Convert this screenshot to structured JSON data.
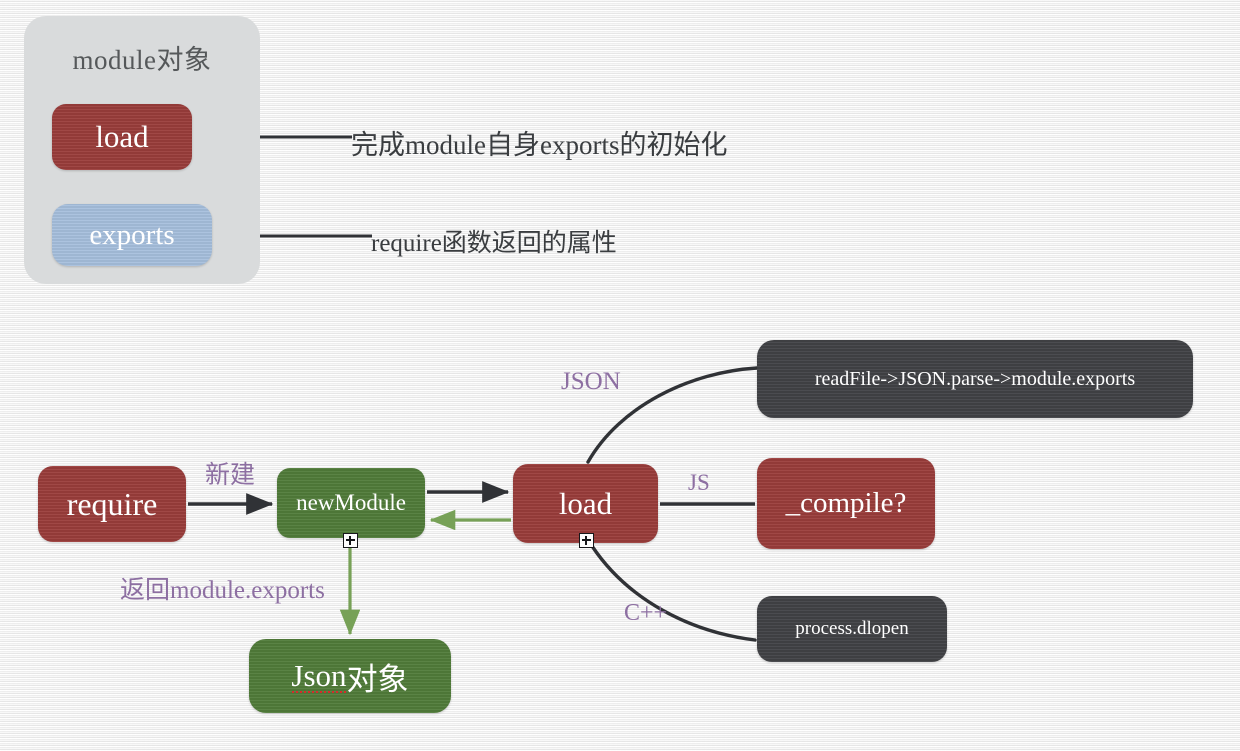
{
  "panel": {
    "title": "module对象",
    "items": [
      {
        "label": "load",
        "color": "#9a3d3b"
      },
      {
        "label": "exports",
        "color": "#a7c0dd"
      }
    ]
  },
  "annotations": [
    {
      "target": "load",
      "text": "完成module自身exports的初始化"
    },
    {
      "target": "exports",
      "text": "require函数返回的属性"
    }
  ],
  "flow": {
    "nodes": {
      "require": {
        "label": "require",
        "color": "#9a3d3b"
      },
      "newmodule": {
        "label": "newModule",
        "color": "#517c3a",
        "expandable": true
      },
      "load": {
        "label": "load",
        "color": "#9a3d3b",
        "expandable": true
      },
      "jsonobj": {
        "label_spell": "Json",
        "label_rest": "对象",
        "color": "#517c3a"
      },
      "readfile": {
        "label": "readFile->JSON.parse->module.exports",
        "color": "#414246"
      },
      "compile": {
        "label": "_compile?",
        "color": "#9a3d3b"
      },
      "dlopen": {
        "label": "process.dlopen",
        "color": "#414246"
      }
    },
    "edges": [
      {
        "from": "require",
        "to": "newmodule",
        "label": "新建",
        "style": "arrow-dark"
      },
      {
        "from": "newmodule",
        "to": "load",
        "label": "",
        "style": "arrow-dark"
      },
      {
        "from": "load",
        "to": "newmodule",
        "label": "",
        "style": "arrow-green"
      },
      {
        "from": "newmodule",
        "to": "jsonobj",
        "label": "返回module.exports",
        "style": "arrow-green"
      },
      {
        "from": "load",
        "to": "readfile",
        "label": "JSON",
        "style": "curve-dark"
      },
      {
        "from": "load",
        "to": "compile",
        "label": "JS",
        "style": "line-dark"
      },
      {
        "from": "load",
        "to": "dlopen",
        "label": "C++",
        "style": "curve-dark"
      }
    ]
  },
  "colors": {
    "red": "#9a3d3b",
    "green": "#517c3a",
    "blue": "#a7c0dd",
    "dark": "#414246",
    "panel_bg": "#d9dbdc",
    "edge_label": "#8d6fa2",
    "edge_dark": "#303236",
    "edge_green": "#77a157",
    "spellcheck": "#d42b2b"
  }
}
